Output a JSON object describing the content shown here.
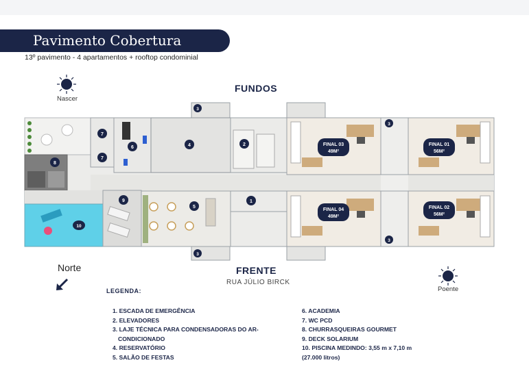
{
  "header": {
    "title": "Pavimento Cobertura",
    "subtitle": "13º pavimento - 4 apartamentos + rooftop condominial"
  },
  "compass": {
    "sunrise_label": "Nascer",
    "sunset_label": "Poente",
    "north_label": "Norte"
  },
  "plan": {
    "top_label": "FUNDOS",
    "bottom_label": "FRENTE",
    "street": "RUA JÚLIO BIRCK",
    "apartments": [
      {
        "name": "FINAL 03",
        "area": "49M²"
      },
      {
        "name": "FINAL 04",
        "area": "49M²"
      },
      {
        "name": "FINAL 01",
        "area": "56M²"
      },
      {
        "name": "FINAL 02",
        "area": "56M²"
      }
    ],
    "markers": [
      "1",
      "2",
      "3",
      "4",
      "5",
      "6",
      "7",
      "8",
      "9",
      "10"
    ]
  },
  "legend": {
    "title": "LEGENDA:",
    "items_left": [
      {
        "num": "1.",
        "text": "ESCADA DE EMERGÊNCIA"
      },
      {
        "num": "2.",
        "text": "ELEVADORES"
      },
      {
        "num": "3.",
        "text": "LAJE TÉCNICA PARA CONDENSADORAS DO  AR-"
      },
      {
        "num": "",
        "text": "CONDICIONADO"
      },
      {
        "num": "4.",
        "text": "RESERVATÓRIO"
      },
      {
        "num": "5.",
        "text": " SALÃO DE FESTAS"
      }
    ],
    "items_right": [
      {
        "num": "6.",
        "text": "ACADEMIA"
      },
      {
        "num": "7.",
        "text": "WC PCD"
      },
      {
        "num": "8.",
        "text": "CHURRASQUEIRAS GOURMET"
      },
      {
        "num": "9.",
        "text": "DECK SOLARIUM"
      },
      {
        "num": "10.",
        "text": "PISCINA MEDINDO: 3,55 m x 7,10 m"
      },
      {
        "num": "",
        "text": "(27.000 litros)"
      }
    ]
  },
  "colors": {
    "navy": "#1b2547",
    "pool": "#5fd0e8",
    "floor": "#ececea",
    "wood": "#c9a06a"
  }
}
